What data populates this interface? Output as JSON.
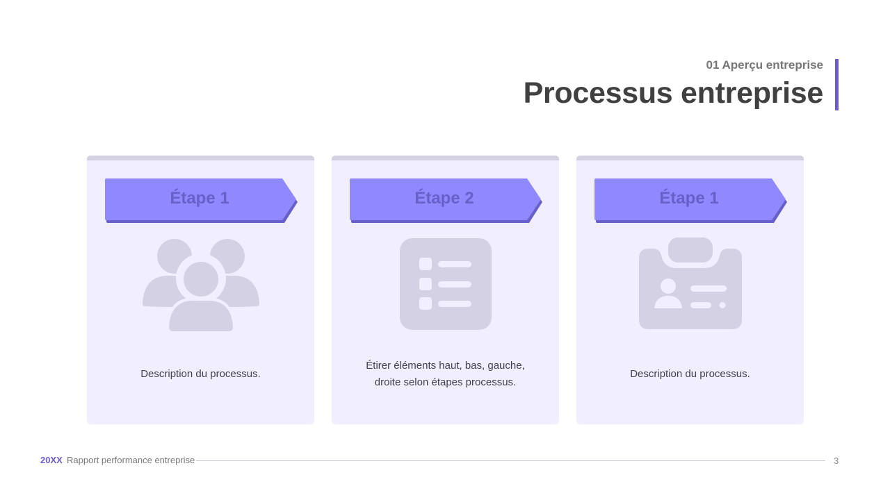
{
  "header": {
    "subtitle": "01 Aperçu entreprise",
    "title": "Processus entreprise"
  },
  "colors": {
    "accent": "#6b5fc7",
    "card_bg": "#f0eeff",
    "badge_fill": "#8f88ff",
    "badge_shadow": "#6760c9",
    "icon_fill": "#d3d1e3"
  },
  "cards": [
    {
      "badge": "Étape 1",
      "icon": "users-group-icon",
      "description": "Description du processus."
    },
    {
      "badge": "Étape 2",
      "icon": "list-icon",
      "description": "Étirer éléments haut, bas, gauche, droite selon étapes processus."
    },
    {
      "badge": "Étape 1",
      "icon": "id-badge-icon",
      "description": "Description du processus."
    }
  ],
  "footer": {
    "year": "20XX",
    "text": "Rapport performance entreprise",
    "page": "3"
  }
}
